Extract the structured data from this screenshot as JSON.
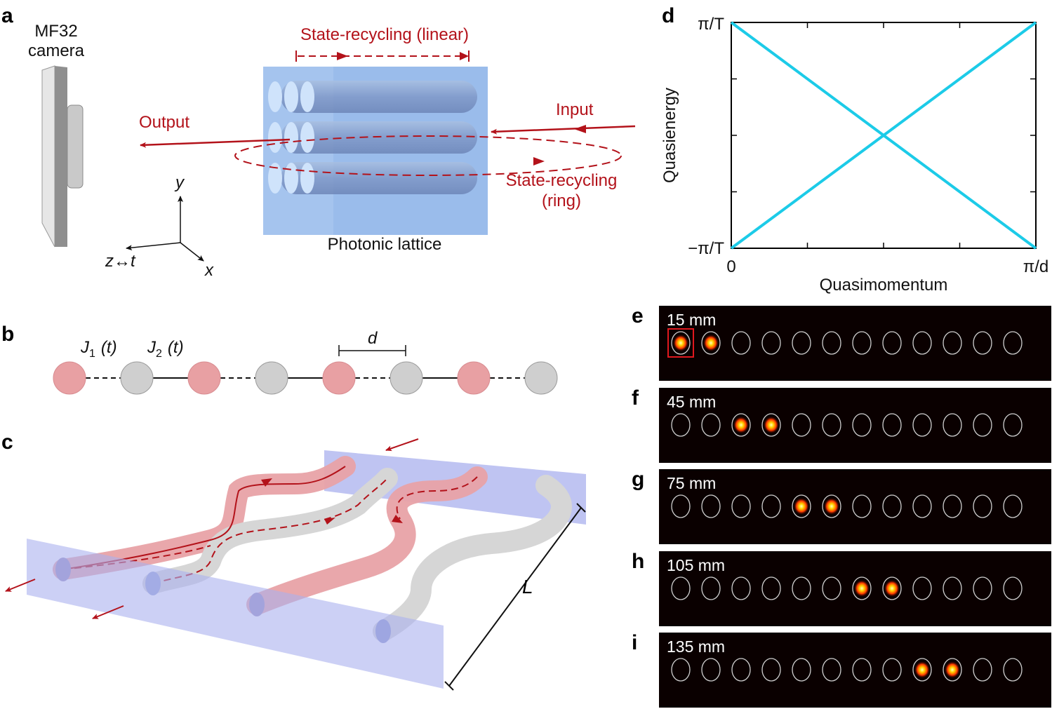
{
  "panels": {
    "a": {
      "letter": "a",
      "camera_label_1": "MF32",
      "camera_label_2": "camera",
      "recycle_linear": "State-recycling (linear)",
      "output": "Output",
      "input": "Input",
      "recycle_ring_1": "State-recycling",
      "recycle_ring_2": "(ring)",
      "lattice": "Photonic lattice",
      "axis_y": "y",
      "axis_x": "x",
      "axis_zt": "z↔t"
    },
    "b": {
      "letter": "b",
      "j1": "J",
      "j1_sub": "1",
      "j1_arg": "(t)",
      "j2": "J",
      "j2_sub": "2",
      "j2_arg": "(t)",
      "d": "d",
      "site_colors": [
        "#e8a0a3",
        "#cfcfcf"
      ]
    },
    "c": {
      "letter": "c",
      "length": "L"
    },
    "d": {
      "letter": "d",
      "ytop": "π/T",
      "ybottom": "−π/T",
      "xleft": "0",
      "xright": "π/d",
      "ylabel": "Quasienergy",
      "xlabel": "Quasimomentum"
    },
    "frames": [
      {
        "letter": "e",
        "label": "15 mm",
        "lit": [
          0,
          1
        ],
        "highlight": 0
      },
      {
        "letter": "f",
        "label": "45 mm",
        "lit": [
          2,
          3
        ]
      },
      {
        "letter": "g",
        "label": "75 mm",
        "lit": [
          4,
          5
        ]
      },
      {
        "letter": "h",
        "label": "105 mm",
        "lit": [
          6,
          7
        ]
      },
      {
        "letter": "i",
        "label": "135 mm",
        "lit": [
          8,
          9
        ]
      }
    ]
  },
  "chart_data": {
    "type": "line",
    "xlabel": "Quasimomentum",
    "ylabel": "Quasienergy",
    "xticks": [
      "0",
      "π/d"
    ],
    "yticks": [
      "−π/T",
      "π/T"
    ],
    "xlim": [
      0,
      1
    ],
    "ylim": [
      -1,
      1
    ],
    "series": [
      {
        "x": [
          0,
          1
        ],
        "y": [
          1,
          -1
        ]
      },
      {
        "x": [
          0,
          1
        ],
        "y": [
          -1,
          1
        ]
      }
    ],
    "color": "#1ccbe8"
  }
}
